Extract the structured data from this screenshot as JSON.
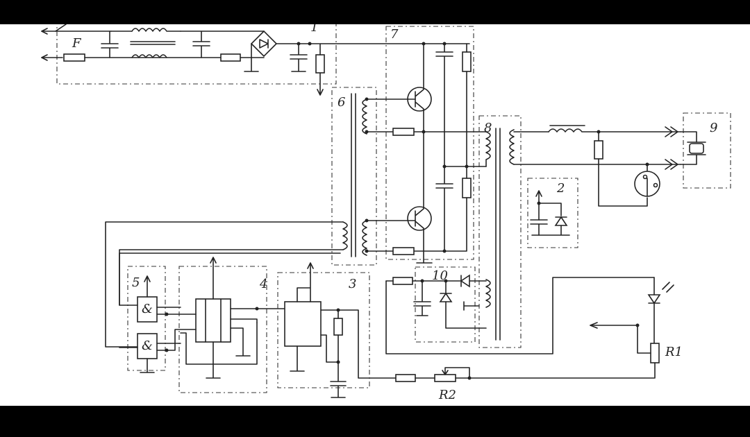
{
  "labels": {
    "fuse": "F",
    "block1": "1",
    "block2": "2",
    "block3": "3",
    "block4": "4",
    "block5": "5",
    "block6": "6",
    "block7": "7",
    "block8": "8",
    "block9": "9",
    "block10": "10",
    "r1": "R1",
    "r2": "R2",
    "gate_symbol": "&"
  },
  "colors": {
    "ink": "#222222",
    "paper": "#ffffff",
    "frame": "#000000"
  }
}
